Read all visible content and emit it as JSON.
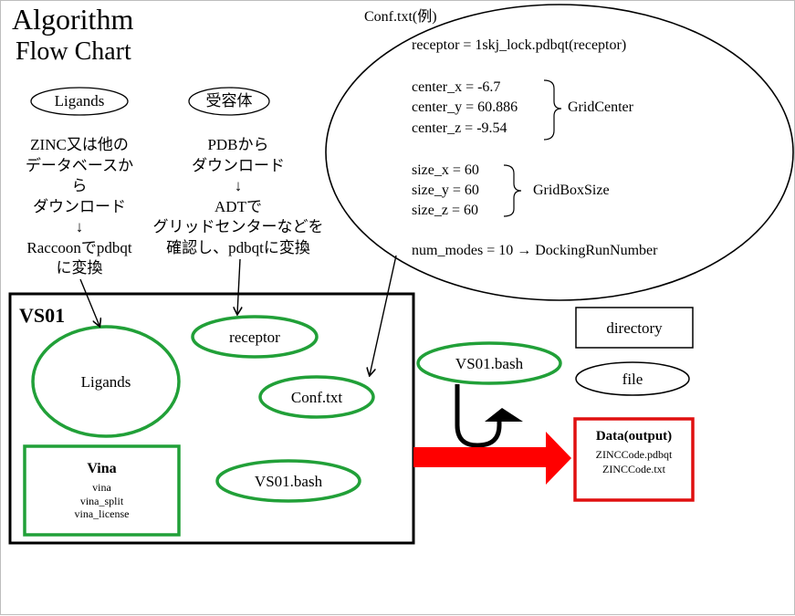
{
  "title": {
    "line1": "Algorithm",
    "line2": "Flow Chart"
  },
  "ligands_label": "Ligands",
  "receptor_top_label": "受容体",
  "ligand_steps": [
    "ZINC又は他の",
    "データベースか",
    "ら",
    "ダウンロード",
    "↓",
    "Raccoonでpdbqt",
    "に変換"
  ],
  "receptor_steps": [
    "PDBから",
    "ダウンロード",
    "↓",
    "ADTで",
    "グリッドセンターなどを",
    "確認し、pdbqtに変換"
  ],
  "conf_example": {
    "header": "Conf.txt(例)",
    "receptor_line": "receptor = 1skj_lock.pdbqt(receptor)",
    "center": [
      "center_x = -6.7",
      "center_y = 60.886",
      "center_z = -9.54"
    ],
    "center_label": "GridCenter",
    "size": [
      "size_x = 60",
      "size_y = 60",
      "size_z = 60"
    ],
    "size_label": "GridBoxSize",
    "num_modes": "num_modes = 10 →  DockingRunNumber"
  },
  "vs01": {
    "title": "VS01",
    "ligands": "Ligands",
    "receptor": "receptor",
    "conf": "Conf.txt",
    "bash": "VS01.bash",
    "vina_title": "Vina",
    "vina_files": [
      "vina",
      "vina_split",
      "vina_license"
    ]
  },
  "run_bash": "VS01.bash",
  "legend": {
    "directory": "directory",
    "file": "file"
  },
  "output": {
    "title": "Data(output)",
    "files": [
      "ZINCCode.pdbqt",
      "ZINCCode.txt"
    ]
  },
  "colors": {
    "green": "#21a038",
    "red": "#ff0000",
    "output_border": "#e01010"
  }
}
